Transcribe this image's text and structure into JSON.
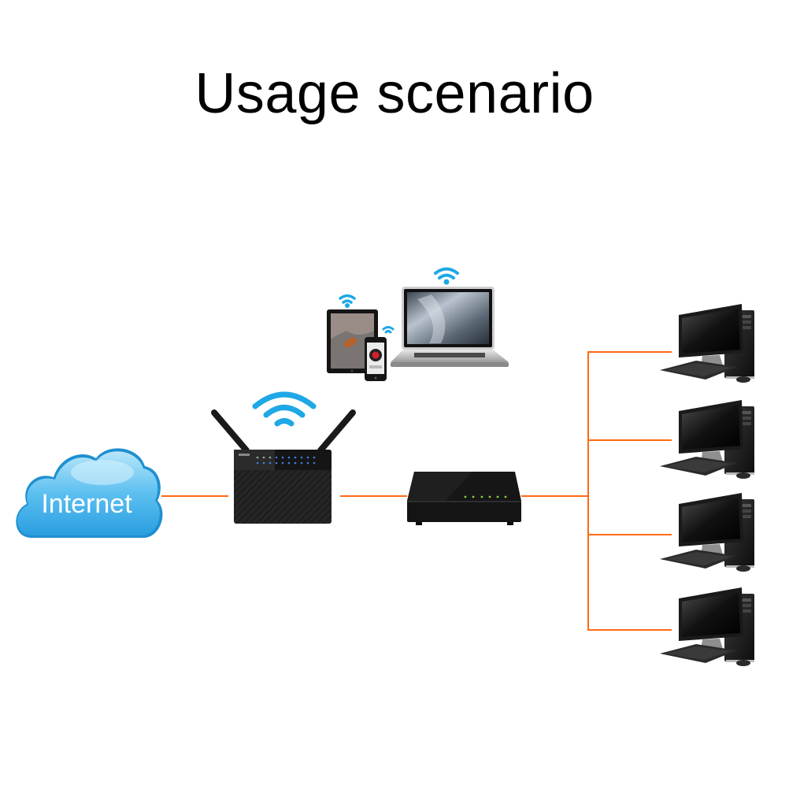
{
  "title": "Usage scenario",
  "colors": {
    "link": "#ff6a13",
    "cloud": "#4fb6ea",
    "cloud_light": "#a9e0fa",
    "wifi": "#1ea8e6",
    "device_dark": "#1c1c1c",
    "router_led": "#3a7fe0",
    "switch_led": "#7fd04a"
  },
  "nodes": {
    "internet": {
      "label": "Internet",
      "icon": "cloud-icon"
    },
    "router": {
      "icon": "wireless-router-icon",
      "wifi": "wifi-icon",
      "antennas": 2,
      "led_count": 10
    },
    "wireless_devices": [
      {
        "name": "tablet",
        "icon": "tablet-icon",
        "wifi": true
      },
      {
        "name": "smartphone",
        "icon": "smartphone-icon",
        "wifi": true
      },
      {
        "name": "laptop",
        "icon": "laptop-icon",
        "wifi": true
      }
    ],
    "switch": {
      "icon": "network-switch-icon",
      "port_leds": 6
    },
    "computers": [
      {
        "name": "desktop-pc-1",
        "icon": "desktop-computer-icon"
      },
      {
        "name": "desktop-pc-2",
        "icon": "desktop-computer-icon"
      },
      {
        "name": "desktop-pc-3",
        "icon": "desktop-computer-icon"
      },
      {
        "name": "desktop-pc-4",
        "icon": "desktop-computer-icon"
      }
    ]
  },
  "links": [
    {
      "from": "internet",
      "to": "router",
      "type": "wired"
    },
    {
      "from": "router",
      "to": "switch",
      "type": "wired"
    },
    {
      "from": "router",
      "to": "wireless_devices",
      "type": "wireless"
    },
    {
      "from": "switch",
      "to": "desktop-pc-1",
      "type": "wired"
    },
    {
      "from": "switch",
      "to": "desktop-pc-2",
      "type": "wired"
    },
    {
      "from": "switch",
      "to": "desktop-pc-3",
      "type": "wired"
    },
    {
      "from": "switch",
      "to": "desktop-pc-4",
      "type": "wired"
    }
  ]
}
